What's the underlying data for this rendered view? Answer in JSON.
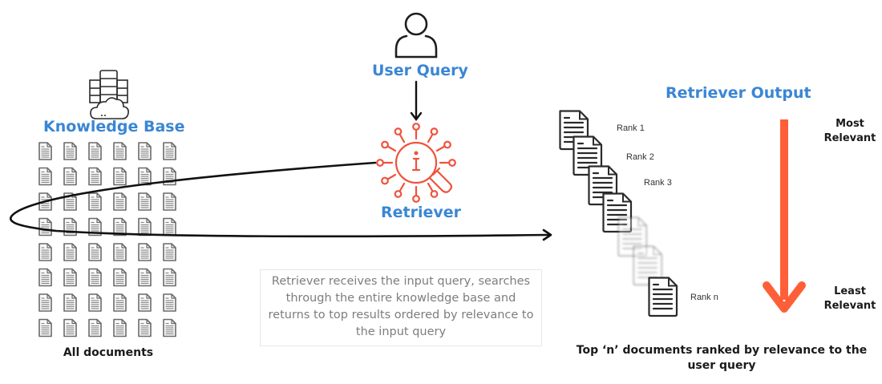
{
  "knowledge_base": {
    "title": "Knowledge Base",
    "icon": "server-cloud-icon",
    "grid": {
      "columns": 6,
      "rows": 8
    },
    "footer": "All documents"
  },
  "user_query": {
    "title": "User Query",
    "icon": "user-icon"
  },
  "retriever": {
    "title": "Retriever",
    "icon": "retriever-search-icon",
    "description": "Retriever receives the input query, searches through the entire knowledge base and returns to top results ordered by relevance to the input query"
  },
  "retriever_output": {
    "title": "Retriever Output",
    "ranks": [
      {
        "label": "Rank 1",
        "faded": false
      },
      {
        "label": "Rank 2",
        "faded": false
      },
      {
        "label": "Rank 3",
        "faded": false
      },
      {
        "label": "",
        "faded": false
      },
      {
        "label": "",
        "faded": true
      },
      {
        "label": "",
        "faded": true
      },
      {
        "label": "Rank n",
        "faded": false
      }
    ],
    "most_relevant": "Most Relevant",
    "least_relevant": "Least Relevant",
    "caption": "Top ‘n’ documents ranked by relevance to the user query"
  },
  "colors": {
    "title_blue": "#3a86d4",
    "retriever_red": "#f0523c",
    "relevance_arrow": "#ff5f38",
    "doc_stroke": "#555555"
  }
}
